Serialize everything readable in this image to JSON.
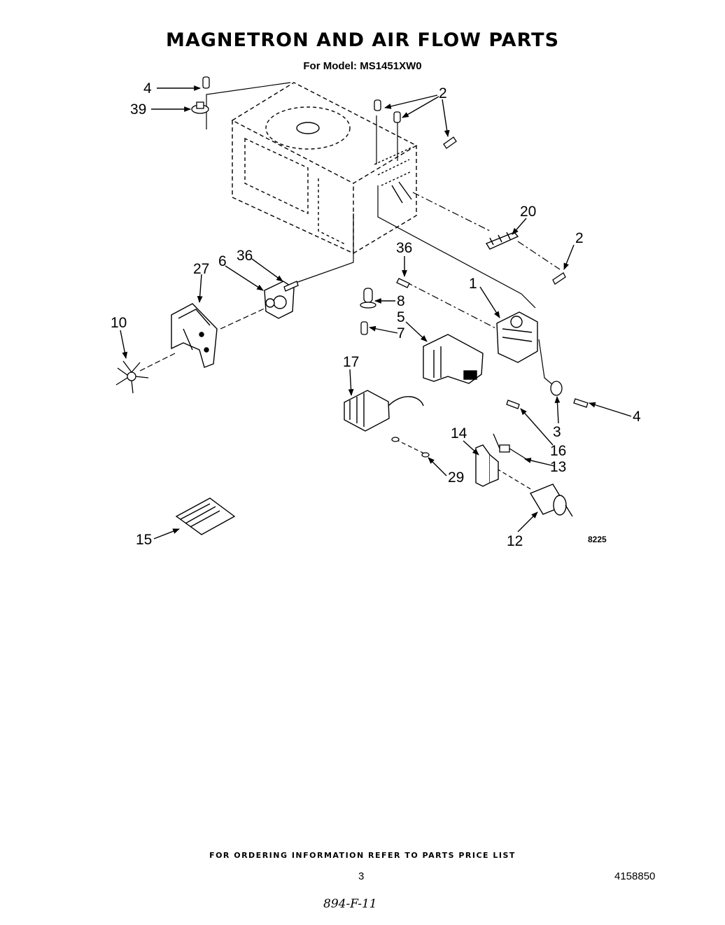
{
  "header": {
    "title": "MAGNETRON AND AIR FLOW PARTS",
    "subtitle": "For Model: MS1451XW0"
  },
  "callouts": {
    "c1": "1",
    "c2a": "2",
    "c2b": "2",
    "c3": "3",
    "c4a": "4",
    "c4b": "4",
    "c5": "5",
    "c6": "6",
    "c7": "7",
    "c8": "8",
    "c10": "10",
    "c12": "12",
    "c13": "13",
    "c14": "14",
    "c15": "15",
    "c16": "16",
    "c17": "17",
    "c20": "20",
    "c27": "27",
    "c29": "29",
    "c36a": "36",
    "c36b": "36",
    "c39": "39"
  },
  "diagram_code": "8225",
  "footer": {
    "ordering_note": "FOR ORDERING INFORMATION REFER TO PARTS PRICE LIST",
    "page_number": "3",
    "document_number": "4158850",
    "handwritten_note": "894-F-11"
  }
}
